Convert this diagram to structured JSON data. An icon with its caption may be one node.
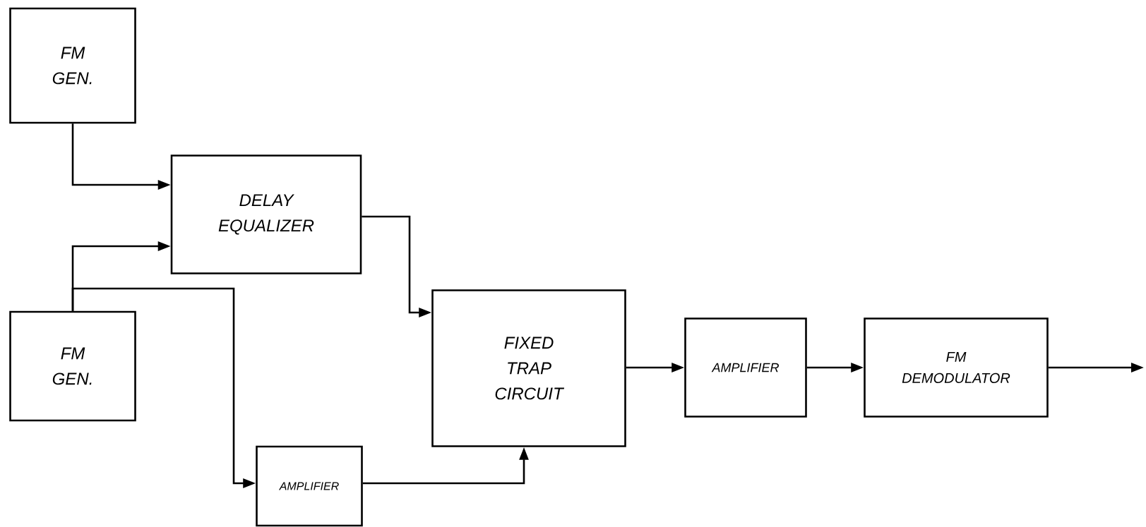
{
  "diagram": {
    "nodes": [
      {
        "text": [
          "FM GEN."
        ]
      },
      {
        "text": [
          "DELAY EQUALIZER"
        ]
      },
      {
        "text": [
          "FM GEN."
        ]
      },
      {
        "text": [
          "FIXED TRAP CIRCUIT"
        ]
      },
      {
        "text": [
          "AMPLIFIER"
        ]
      },
      {
        "text": [
          "FM DEMODULATOR"
        ]
      },
      {
        "text": [
          "AMPLIFIER"
        ]
      }
    ],
    "edges": [
      {
        "from": 0,
        "to": 1,
        "arrow": "to"
      },
      {
        "from": 2,
        "to": 1,
        "arrow": "to"
      },
      {
        "from": 2,
        "to": 6,
        "arrow": "to"
      },
      {
        "from": 1,
        "to": 3,
        "arrow": "to"
      },
      {
        "from": 6,
        "to": 3,
        "arrow": "to"
      },
      {
        "from": 3,
        "to": 4,
        "arrow": "to"
      },
      {
        "from": 4,
        "to": 5,
        "arrow": "to"
      },
      {
        "from": 5,
        "to": null,
        "arrow": "to"
      }
    ]
  }
}
